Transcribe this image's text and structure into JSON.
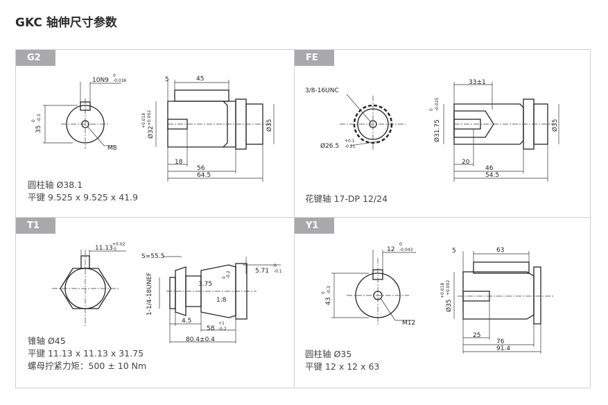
{
  "title": "GKC 轴伸尺寸参数",
  "panels": {
    "g2": {
      "tag": "G2",
      "lines": [
        "圆柱轴 Ø38.1",
        "平键 9.525 x 9.525 x 41.9"
      ],
      "dims": {
        "keyway": "10N9",
        "keyway_tol_up": "0",
        "keyway_tol_low": "-0.036",
        "height": "35",
        "height_tol_up": "0",
        "height_tol_low": "-0.3",
        "thread": "M8",
        "top_5": "5",
        "top_45": "45",
        "diam32": "Ø32",
        "diam32_tol_up": "+0.018",
        "diam32_tol_low": "+0.002",
        "diam35": "Ø35",
        "d18": "18",
        "d56": "56",
        "d645": "64.5"
      }
    },
    "fe": {
      "tag": "FE",
      "lines": [
        "花键轴 17-DP 12/24"
      ],
      "dims": {
        "unc": "3/8-16UNC",
        "d265": "Ø26.5",
        "d265_tol_up": "+0.1",
        "d265_tol_low": "-0.21",
        "d33": "33±1",
        "d3175": "Ø31.75",
        "d3175_tol_up": "0",
        "d3175_tol_low": "-0.025",
        "diam35": "Ø35",
        "d20": "20",
        "d46": "46",
        "d545": "54.5"
      }
    },
    "t1": {
      "tag": "T1",
      "lines": [
        "锥轴 Ø45",
        "平键 11.13 x 11.13 x 31.75",
        "螺母拧紧力矩：500 ± 10 Nm"
      ],
      "dims": {
        "key": "11.13",
        "key_tol_up": "+0.02",
        "key_tol_low": "0",
        "s": "S=55.5",
        "unef": "1-1/4-18UNEF",
        "d375": "3.75",
        "d375_tol_up": "0",
        "d375_tol_low": "-0.2",
        "d571": "5.71",
        "d571_tol_up": "0",
        "d571_tol_low": "-0.1",
        "taper": "1:8",
        "d45": "4.5",
        "d58": "58",
        "d58_tol_up": "+1",
        "d58_tol_low": "-0.2",
        "d804": "80.4±0.4"
      }
    },
    "y1": {
      "tag": "Y1",
      "lines": [
        "圆柱轴 Ø35",
        "平键 12 x 12 x 63"
      ],
      "dims": {
        "keyway": "12",
        "keyway_tol_up": "0",
        "keyway_tol_low": "-0.043",
        "height": "43",
        "height_tol_up": "0",
        "height_tol_low": "-0.3",
        "thread": "M12",
        "top_5": "5",
        "top_63": "63",
        "diam35": "Ø35",
        "diam35_tol_up": "+0.018",
        "diam35_tol_low": "+0.002",
        "d25": "25",
        "d76": "76",
        "d914": "91.4"
      }
    }
  }
}
